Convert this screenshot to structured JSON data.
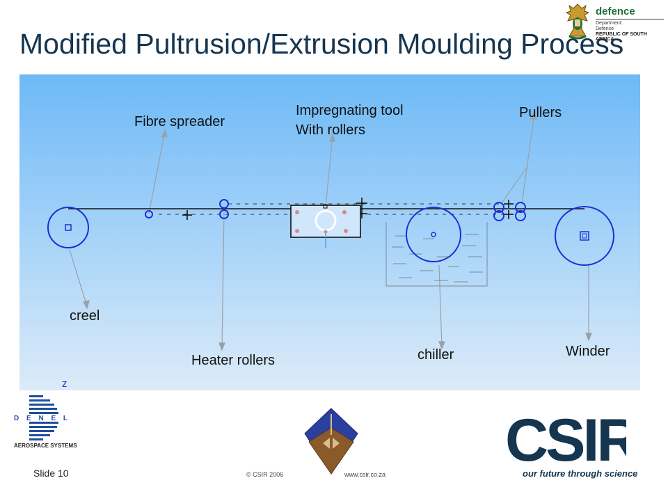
{
  "slide": {
    "title": "Modified Pultrusion/Extrusion Moulding Process"
  },
  "logos": {
    "defence": {
      "name": "defence",
      "line1": "Department:",
      "line2": "Defence",
      "line3": "REPUBLIC OF SOUTH AFRICA"
    },
    "denel": {
      "letters": "D E N E L",
      "subtitle": "AEROSPACE SYSTEMS"
    },
    "csir": {
      "name": "CSIR",
      "tagline": "our future through science"
    }
  },
  "diagram": {
    "labels": {
      "fibre_spreader": "Fibre spreader",
      "impregnating_line1": "Impregnating tool",
      "impregnating_line2": "With rollers",
      "pullers": "Pullers",
      "creel": "creel",
      "heater_rollers": "Heater rollers",
      "chiller": "chiller",
      "winder": "Winder",
      "axis_z": "z"
    },
    "colors": {
      "roller": "#1b2fd6",
      "line": "#111111",
      "leader": "#9aa0a8",
      "water": "#7a8a99",
      "pink": "#d98a8a"
    }
  },
  "footer": {
    "slide_number": "Slide 10",
    "copyright": "© CSIR 2006",
    "url": "www.csir.co.za"
  },
  "colors": {
    "title": "#16354f",
    "defence_green": "#1f6f36",
    "denel_blue": "#1e4f9c",
    "badge_blue": "#2a3f9e",
    "badge_brown": "#8a5a2a"
  }
}
